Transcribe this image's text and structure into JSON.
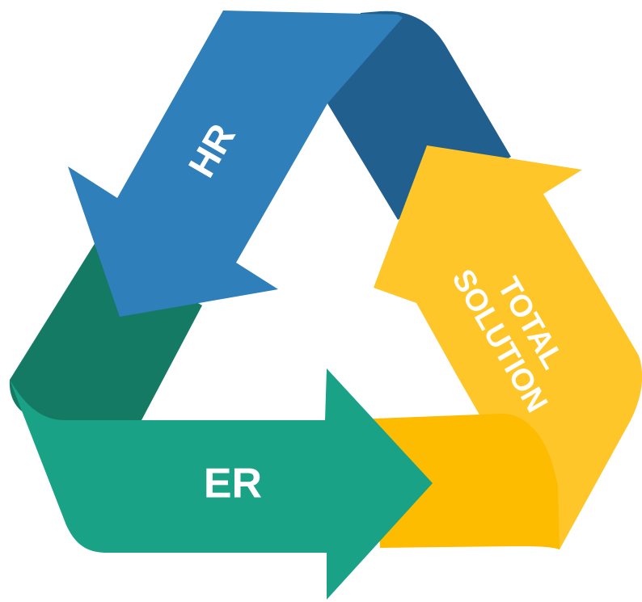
{
  "diagram": {
    "type": "recycle-cycle",
    "arrows": [
      {
        "label": "HR",
        "color": "#2E7FBA",
        "fold_color": "#21608E"
      },
      {
        "label": "ER",
        "color": "#1AA287",
        "fold_color": "#157A64"
      },
      {
        "label_line1": "TOTAL",
        "label_line2": "SOLUTION",
        "color": "#FFC629",
        "fold_color": "#FDBC00"
      }
    ]
  }
}
